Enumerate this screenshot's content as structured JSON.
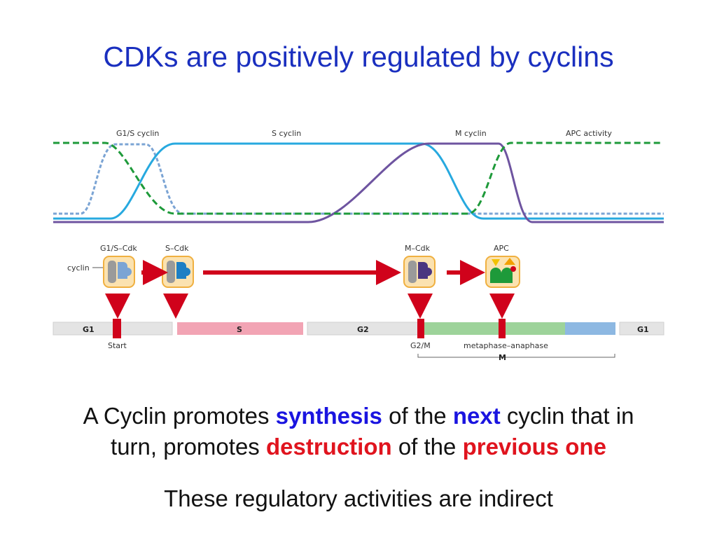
{
  "slide": {
    "title": "CDKs are positively regulated by cyclins"
  },
  "diagram": {
    "curve_labels": {
      "g1s_cyclin": "G1/S cyclin",
      "s_cyclin": "S cyclin",
      "m_cyclin": "M cyclin",
      "apc_activity": "APC activity"
    },
    "complex_labels": {
      "g1s_cdk": "G1/S–Cdk",
      "s_cdk": "S–Cdk",
      "m_cdk": "M–Cdk",
      "apc": "APC",
      "cyclin": "cyclin"
    },
    "phases": {
      "g1_left": "G1",
      "s": "S",
      "g2": "G2",
      "g1_right": "G1"
    },
    "checkpoints": {
      "start": "Start",
      "g2m": "G2/M",
      "metaphase_anaphase": "metaphase–anaphase",
      "m": "M"
    },
    "colors": {
      "g1s_cyclin": "#7ba4d4",
      "s_cyclin": "#27a9df",
      "m_cyclin": "#6e54a0",
      "apc_activity": "#1e9a3a",
      "arrow_red": "#d0021b",
      "s_phase": "#f2a4b4",
      "m_phase_green": "#9dd39a",
      "m_phase_blue": "#8db8e2",
      "phase_grey": "#e4e4e4"
    }
  },
  "caption": {
    "line1_a": "A Cyclin promotes ",
    "line1_synthesis": "synthesis",
    "line1_b": " of the ",
    "line1_next": "next",
    "line1_c": " cyclin that in",
    "line2_a": "turn, promotes ",
    "line2_destruction": "destruction",
    "line2_b": " of the ",
    "line2_previous": "previous one",
    "line3": "These regulatory activities are indirect"
  }
}
